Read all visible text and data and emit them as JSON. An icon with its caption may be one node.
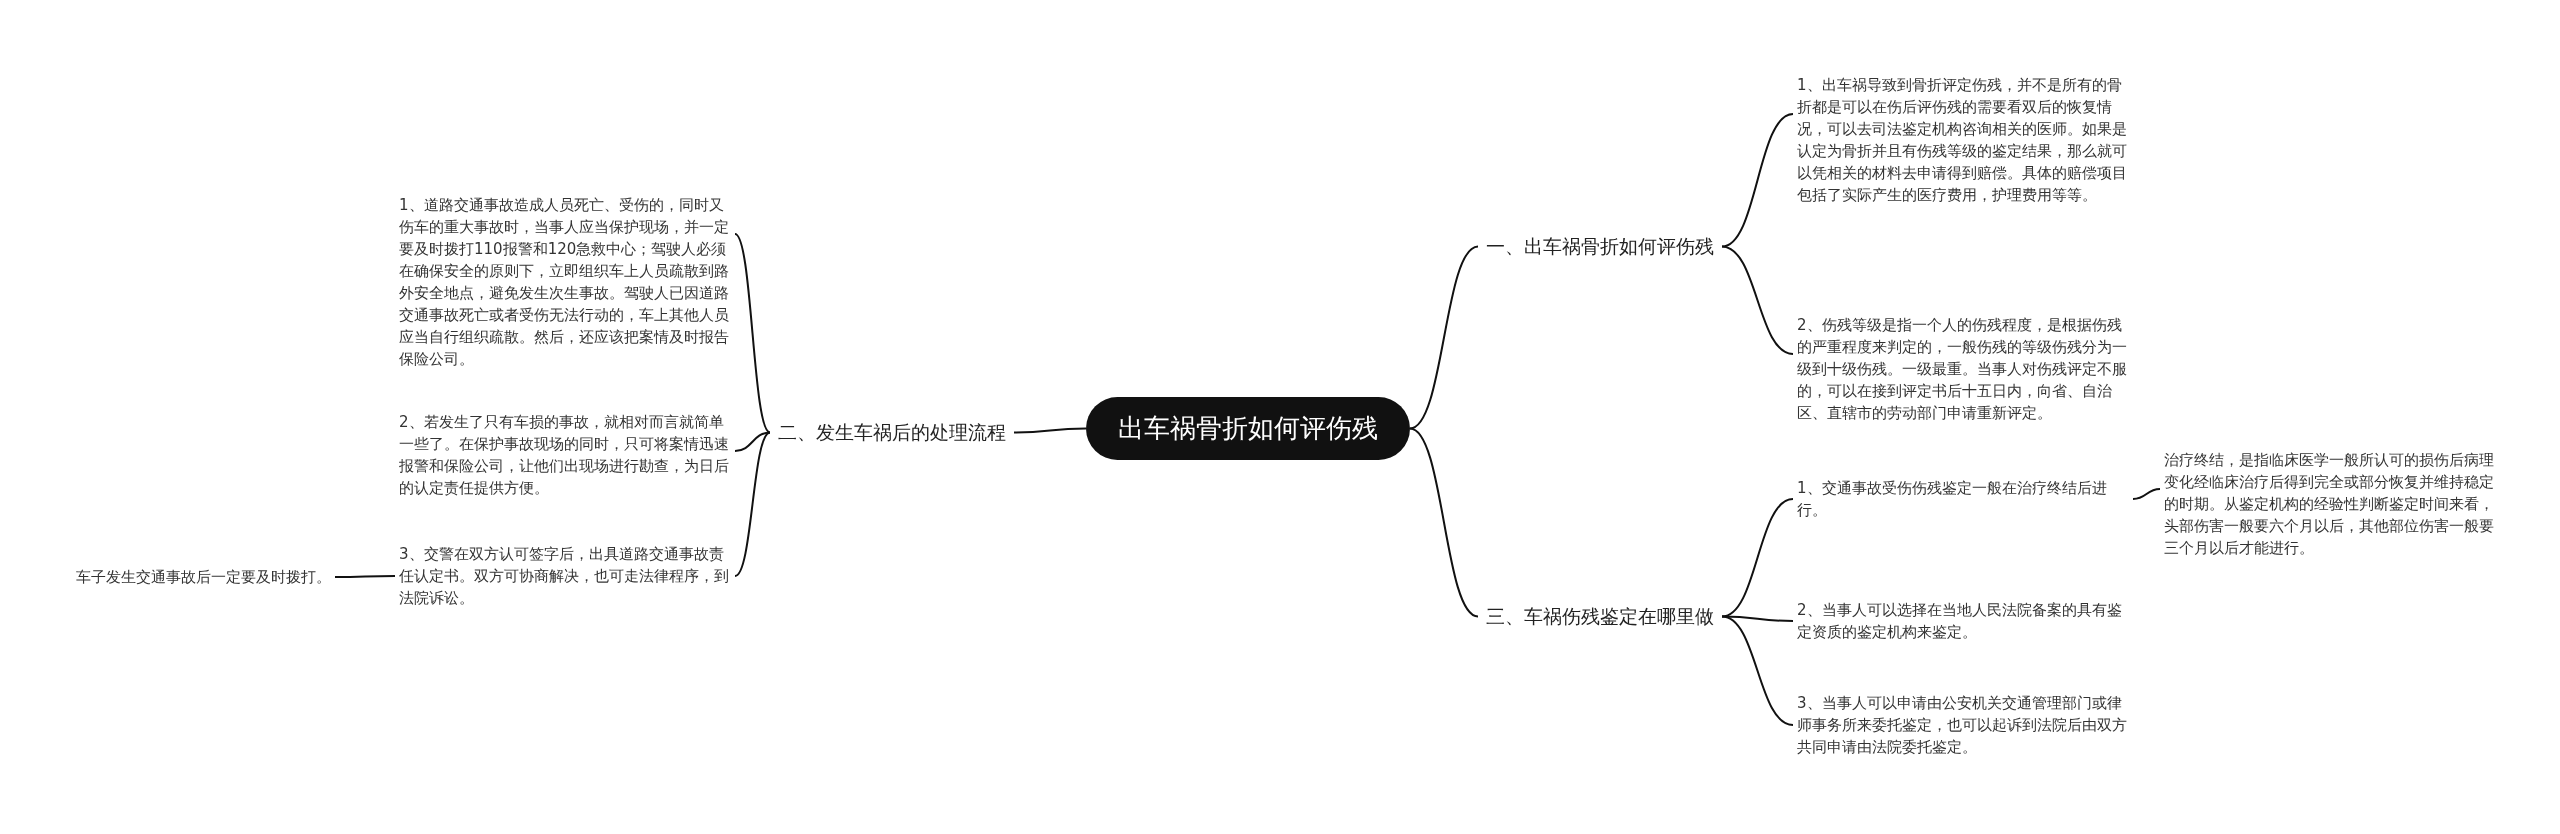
{
  "diagram": {
    "nodes": [
      {
        "text": [
          "出车祸骨折如何评伤残"
        ]
      },
      {
        "text": [
          "一、出车祸骨折如何评伤残"
        ]
      },
      {
        "text": [
          "1、出车祸导致到骨折评定伤残，并不是所有的骨折都是可以在伤后评伤残的需要看双后的恢复情况，可以去司法鉴定机构咨询相关的医师。如果是认定为骨折并且有伤残等级的鉴定结果，那么就可以凭相关的材料去申请得到赔偿。具体的赔偿项目包括了实际产生的医疗费用，护理费用等等。"
        ]
      },
      {
        "text": [
          "2、伤残等级是指一个人的伤残程度，是根据伤残的严重程度来判定的，一般伤残的等级伤残分为一级到十级伤残。一级最重。当事人对伤残评定不服的，可以在接到评定书后十五日内，向省、自治区、直辖市的劳动部门申请重新评定。"
        ]
      },
      {
        "text": [
          "二、发生车祸后的处理流程"
        ]
      },
      {
        "text": [
          "1、道路交通事故造成人员死亡、受伤的，同时又伤车的重大事故时，当事人应当保护现场，并一定要及时拨打110报警和120急救中心；驾驶人必须在确保安全的原则下，立即组织车上人员疏散到路外安全地点，避免发生次生事故。驾驶人已因道路交通事故死亡或者受伤无法行动的，车上其他人员应当自行组织疏散。然后，还应该把案情及时报告保险公司。"
        ]
      },
      {
        "text": [
          "2、若发生了只有车损的事故，就相对而言就简单一些了。在保护事故现场的同时，只可将案情迅速报警和保险公司，让他们出现场进行勘查，为日后的认定责任提供方便。"
        ]
      },
      {
        "text": [
          "3、交警在双方认可签字后，出具道路交通事故责任认定书。双方可协商解决，也可走法律程序，到法院诉讼。"
        ]
      },
      {
        "text": [
          "车子发生交通事故后一定要及时拨打。"
        ]
      },
      {
        "text": [
          "三、车祸伤残鉴定在哪里做"
        ]
      },
      {
        "text": [
          "1、交通事故受伤伤残鉴定一般在治疗终结后进行。"
        ]
      },
      {
        "text": [
          "2、当事人可以选择在当地人民法院备案的具有鉴定资质的鉴定机构来鉴定。"
        ]
      },
      {
        "text": [
          "3、当事人可以申请由公安机关交通管理部门或律师事务所来委托鉴定，也可以起诉到法院后由双方共同申请由法院委托鉴定。"
        ]
      },
      {
        "text": [
          "治疗终结，是指临床医学一般所认可的损伤后病理变化经临床治疗后得到完全或部分恢复并维持稳定的时期。从鉴定机构的经验性判断鉴定时间来看，头部伤害一般要六个月以后，其他部位伤害一般要三个月以后才能进行。"
        ]
      }
    ],
    "edges": [
      {
        "from": 0,
        "to": 1,
        "arrow": "none"
      },
      {
        "from": 1,
        "to": 2,
        "arrow": "none"
      },
      {
        "from": 1,
        "to": 3,
        "arrow": "none"
      },
      {
        "from": 0,
        "to": 4,
        "arrow": "none"
      },
      {
        "from": 4,
        "to": 5,
        "arrow": "none"
      },
      {
        "from": 4,
        "to": 6,
        "arrow": "none"
      },
      {
        "from": 4,
        "to": 7,
        "arrow": "none"
      },
      {
        "from": 7,
        "to": 8,
        "arrow": "none"
      },
      {
        "from": 0,
        "to": 9,
        "arrow": "none"
      },
      {
        "from": 9,
        "to": 10,
        "arrow": "none"
      },
      {
        "from": 9,
        "to": 11,
        "arrow": "none"
      },
      {
        "from": 9,
        "to": 12,
        "arrow": "none"
      },
      {
        "from": 10,
        "to": 13,
        "arrow": "none"
      }
    ]
  }
}
